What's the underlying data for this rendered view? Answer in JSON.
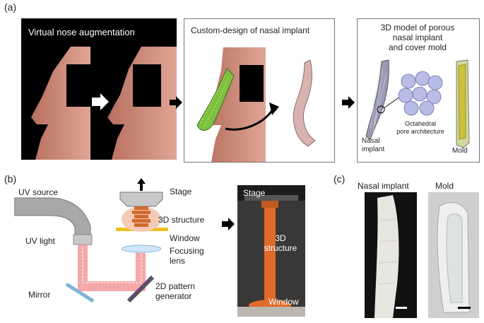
{
  "panels": {
    "a": {
      "label": "(a)",
      "virtual": "Virtual nose augmentation",
      "custom": "Custom-design of nasal implant",
      "model_title": [
        "3D model of porous",
        "nasal implant",
        "and cover mold"
      ],
      "octahedral": [
        "Octahedral",
        "pore architecture"
      ],
      "nasal_implant": [
        "Nasal",
        "implant"
      ],
      "mold": "Mold"
    },
    "b": {
      "label": "(b)",
      "uv_source": "UV source",
      "uv_light": "UV light",
      "mirror": "Mirror",
      "stage": "Stage",
      "structure": "3D structure",
      "window": "Window",
      "focusing": [
        "Focusing",
        "lens"
      ],
      "pattern": [
        "2D pattern",
        "generator"
      ],
      "photo_stage": "Stage",
      "photo_structure": [
        "3D",
        "structure"
      ],
      "photo_window": "Window"
    },
    "c": {
      "label": "(c)",
      "nasal_implant": "Nasal implant",
      "mold": "Mold"
    }
  },
  "colors": {
    "skin": "#c98a7a",
    "implant_green": "#7ac143",
    "implant_pink": "#d9b3b0",
    "beam": "#f4a8a8",
    "mold_yellow": "#c9c23a",
    "resin_orange": "#e06a2a"
  }
}
